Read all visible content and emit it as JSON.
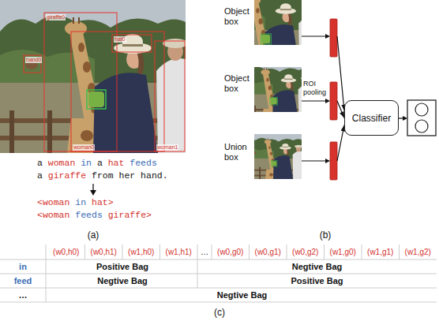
{
  "diagram": {
    "nodes": [
      {
        "text": [
          "Object box"
        ]
      },
      {
        "text": [
          "Object box"
        ]
      },
      {
        "text": [
          "Union box"
        ]
      },
      {
        "text": [
          "Classifier"
        ]
      }
    ],
    "edges": [
      {
        "from": 0,
        "to": 3,
        "arrow": "to"
      },
      {
        "from": 1,
        "to": 3,
        "arrow": "to"
      },
      {
        "from": 2,
        "to": 3,
        "arrow": "to"
      }
    ],
    "labels": [
      "giraffe0",
      "hat0",
      "hand0",
      "woman0",
      "woman1",
      "a",
      "woman",
      "in",
      "a",
      "hat",
      "feeds",
      "a",
      "giraffe",
      "from her hand.",
      "<woman",
      "in",
      "hat>",
      "<woman",
      "feeds",
      "giraffe>",
      "(a)",
      "ROI pooling",
      "(b)",
      "(w0,h0)",
      "(w0,h1)",
      "(w1,h0)",
      "(w1,h1)",
      "…",
      "(w0,g0)",
      "(w0,g1)",
      "(w0,g2)",
      "(w1,g0)",
      "(w1,g1)",
      "(w1,g2)",
      "in",
      "Positive Bag",
      "Negtive Bag",
      "feed",
      "Negtive Bag",
      "Positive Bag",
      "…",
      "Negtive Bag",
      "(c)"
    ]
  }
}
